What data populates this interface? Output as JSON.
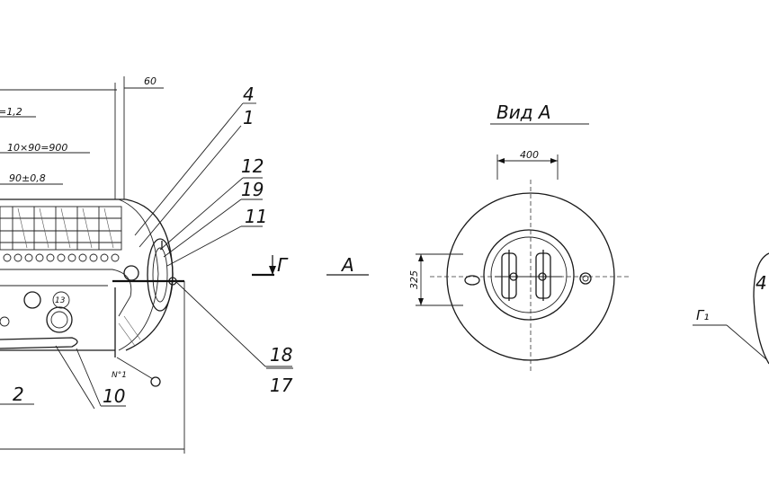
{
  "view_title": "Вид А",
  "section_label": "Г",
  "section_arrow_label": "А",
  "right_fragment_label": "Г₁",
  "dimensions": {
    "top_offset": "60",
    "pitch_tolerance": "=1,2",
    "pitch_total": "10×90=900",
    "pitch": "90±0,8",
    "view_width": "400",
    "view_height": "325"
  },
  "callouts": {
    "c4": "4",
    "c1": "1",
    "c12": "12",
    "c19": "19",
    "c11": "11",
    "c18": "18",
    "c17": "17",
    "c2": "2",
    "c10": "10",
    "c13": "13",
    "note_n1": "N°1",
    "right_4": "4"
  }
}
